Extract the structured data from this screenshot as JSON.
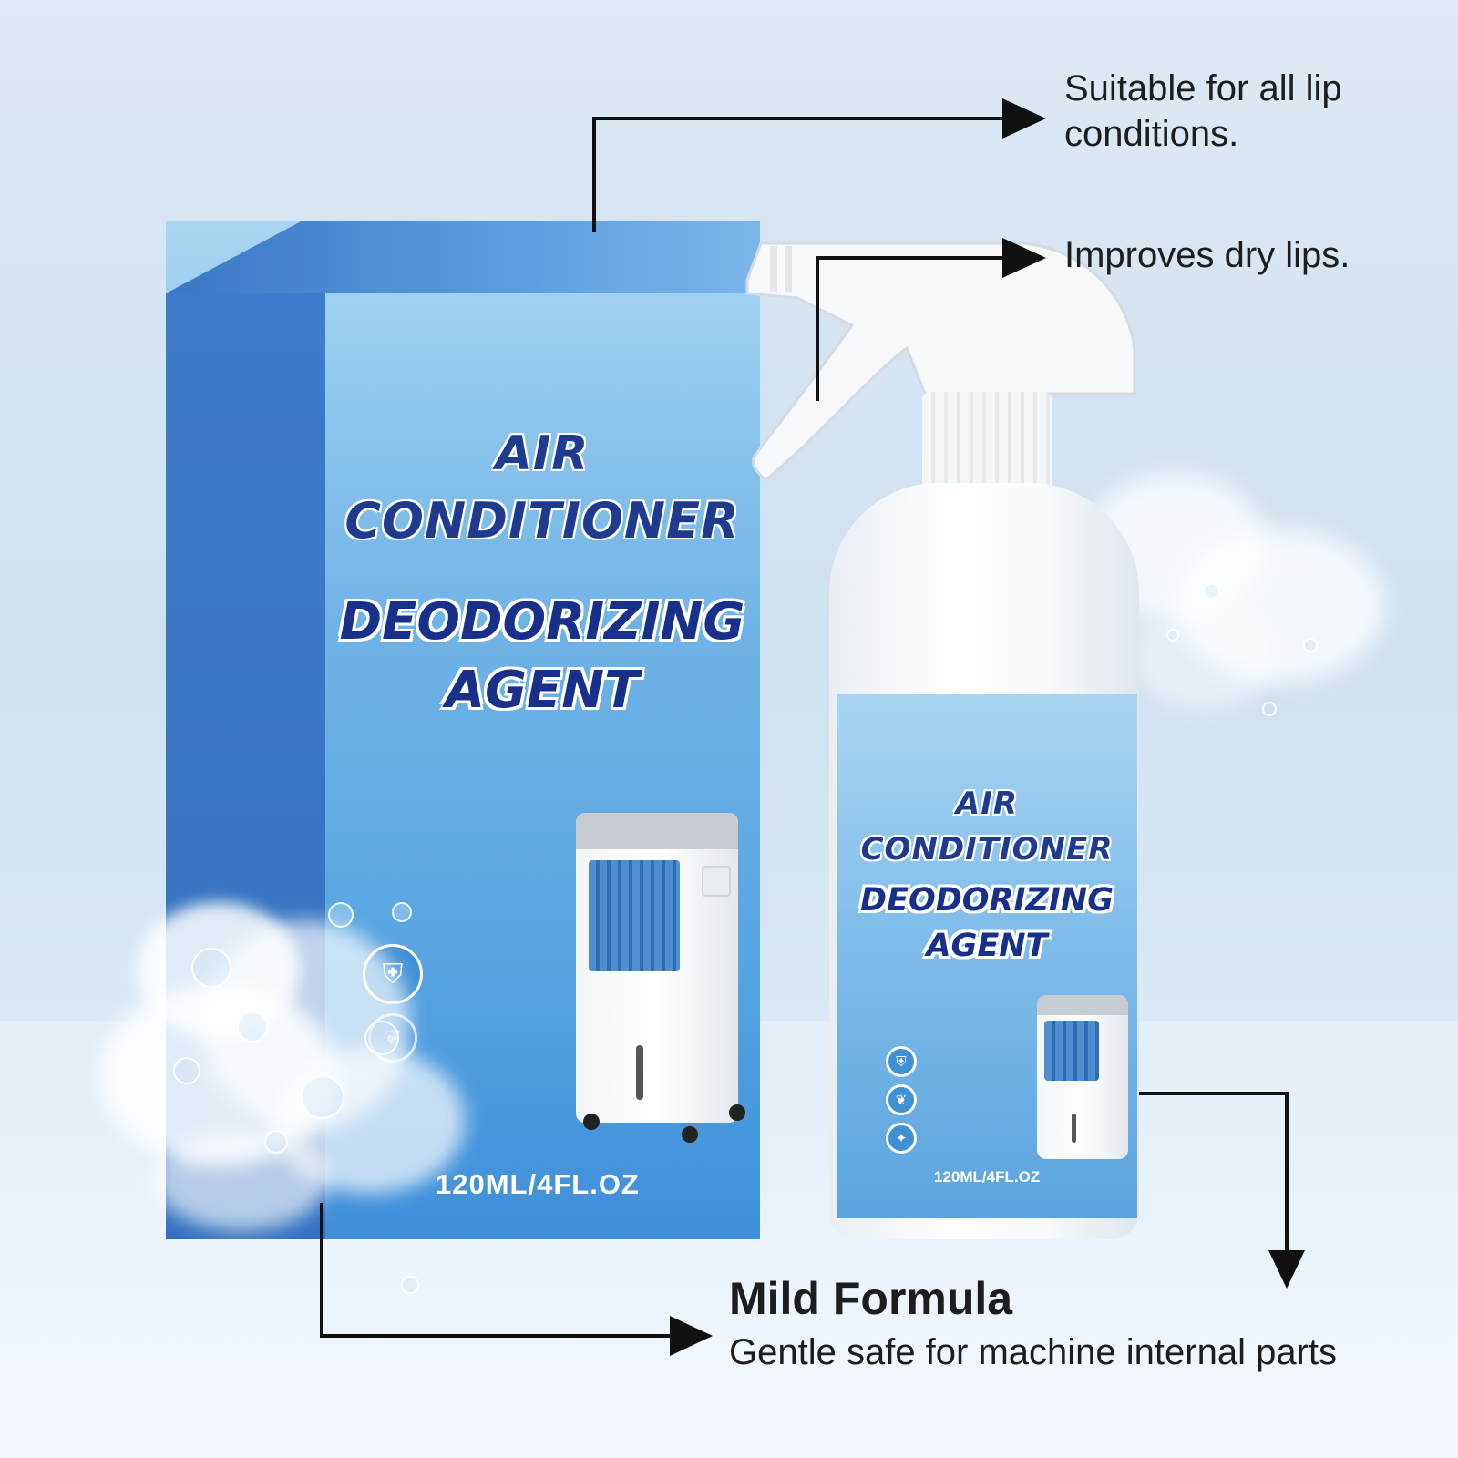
{
  "box": {
    "title_line1": "AIR",
    "title_line2": "CONDITIONER",
    "title_line3": "DEODORIZING",
    "title_line4": "AGENT",
    "volume": "120ML/4FL.OZ"
  },
  "bottle": {
    "title_line1": "AIR",
    "title_line2": "CONDITIONER",
    "title_line3": "DEODORIZING",
    "title_line4": "AGENT",
    "volume": "120ML/4FL.OZ"
  },
  "callouts": {
    "top": "Suitable for all lip conditions.",
    "middle": "Improves dry lips.",
    "bottom_heading": "Mild Formula",
    "bottom_text": "Gentle safe for machine internal parts"
  },
  "colors": {
    "brand_blue": "#1f3a8e",
    "box_blue": "#5aa6e1",
    "arrow": "#111111"
  },
  "icons": [
    "shield-icon",
    "leaf-icon",
    "protect-icon"
  ]
}
